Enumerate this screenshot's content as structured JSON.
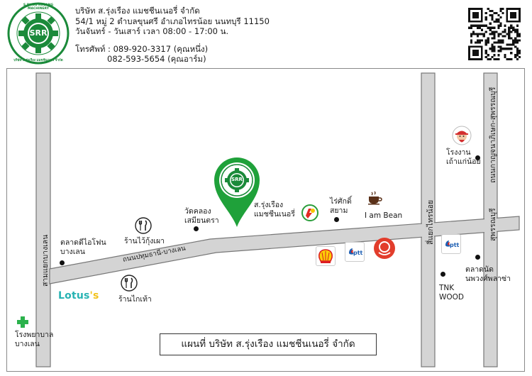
{
  "company": {
    "logo_text": "SRR",
    "logo_ring_top": "S.RUNG RUEANG MACHINERY",
    "logo_ring_bottom": "บริษัท ส.รุ่งเรือง แมชชีนเนอรี่ จำกัด",
    "name": "บริษัท ส.รุ่งเรือง แมชชีนเนอรี่ จำกัด",
    "address": "54/1 หมู่ 2 ตำบลขุนศรี อำเภอไทรน้อย นนทบุรี 11150",
    "hours": "วันจันทร์ - วันเสาร์ เวลา 08:00 - 17:00 น.",
    "phone_label": "โทรศัพท์ :",
    "phone_1": "089-920-3317 (คุณหนึ่ง)",
    "phone_2": "082-593-5654 (คุณอาร์ม)"
  },
  "map": {
    "title": "แผนที่ บริษัท ส.รุ่งเรือง แมชชีนเนอรี่ จำกัด",
    "roads": {
      "main": "ถนนปทุมธานี-บางเลน",
      "left_vertical": "สามแยกบางเลน",
      "right_vertical_1": "สี่แยกไทรน้อย",
      "right_vertical_2_upper": "ถนนกาญจนาภิเษก-สุพรรณบุรี",
      "right_vertical_2_lower": "สุพรรณบุรี"
    },
    "places": {
      "company_marker": "ส.รุ่งเรือง\nแมชชีนเนอรี่",
      "wat": "วัดคลอง\nเสมียนตรา",
      "raisakdi": "ไร่ศักดิ์\nสยาม",
      "i_am_bean": "I am Bean",
      "talad_dee_phone": "ตลาดดีไอโฟน\nบางเลน",
      "khao_kung_phao": "ร้านไว้กุ้งเผา",
      "kai_tao": "ร้านไกเท้า",
      "lotus_brand": "Lotus",
      "lotus_suffix": "'s",
      "hospital": "โรงพยาบาล\nบางเลน",
      "tnk_wood": "TNK\nWOOD",
      "talad_nat": "ตลาดนัด\nนพวงศ์พลาซ่า",
      "tao_kae_noi": "โรงงาน\nเถ้าแก่น้อย",
      "shell_brand": "Shell",
      "ptt_brand": "ptt",
      "pt_brand": "PT"
    }
  },
  "colors": {
    "road_fill": "#d4d4d4",
    "road_border": "#777777",
    "marker_green": "#1fa13a",
    "logo_green": "#1b8a3a",
    "lotus_teal": "#27b3b3",
    "lotus_yellow": "#f2c21a",
    "shell_red": "#dd1d21",
    "shell_yellow": "#fbce07",
    "ptt_blue": "#1d5fb3",
    "hospital_green": "#2bb24c",
    "bean_brown": "#5a3018",
    "tkn_red": "#e23d2c"
  }
}
